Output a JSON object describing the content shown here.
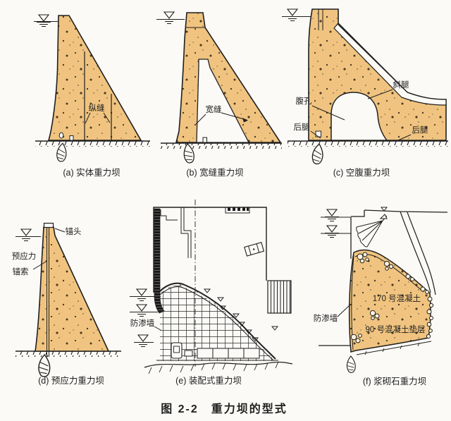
{
  "figure": {
    "title": "图 2-2　重力坝的型式"
  },
  "colors": {
    "background": "#FBFAF7",
    "dam_fill": "#F0C480",
    "ink": "#1F1F1F"
  },
  "panels": {
    "a": {
      "caption": "(a) 实体重力坝",
      "labels": {
        "longitudinal_joint": "纵缝"
      }
    },
    "b": {
      "caption": "(b) 宽缝重力坝",
      "labels": {
        "wide_slot": "宽缝"
      }
    },
    "c": {
      "caption": "(c) 空腹重力坝",
      "labels": {
        "belly_opening": "腹孔",
        "inclined_leg": "斜腿",
        "rear_leg_left": "后腿",
        "rear_leg_right": "后腿"
      }
    },
    "d": {
      "caption": "(d) 预应力重力坝",
      "labels": {
        "anchor_head": "锚头",
        "prestress_line1": "预应力",
        "prestress_line2": "锚索"
      }
    },
    "e": {
      "caption": "(e) 装配式重力坝",
      "labels": {
        "cutoff_wall": "防渗墙"
      }
    },
    "f": {
      "caption": "(f) 浆砌石重力坝",
      "labels": {
        "concrete_170": "170 号混凝土",
        "concrete_cushion_90": "90 号混凝土垫层",
        "cutoff_wall": "防渗墙"
      }
    }
  }
}
